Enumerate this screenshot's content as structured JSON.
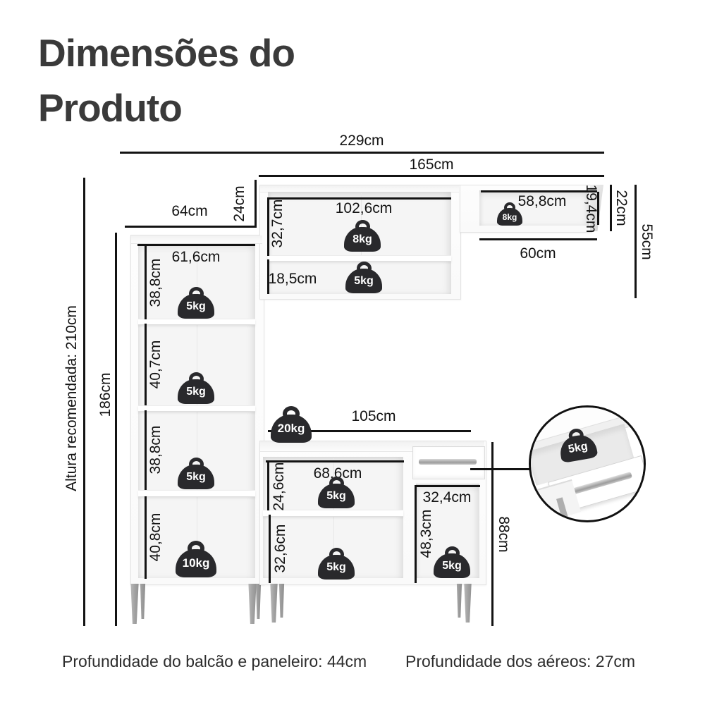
{
  "title": {
    "line1": "Dimensões do",
    "line2": "Produto"
  },
  "dims": {
    "total_width": "229cm",
    "upper_width": "165cm",
    "tall_width": "64cm",
    "upper_depth": "24cm",
    "recommended_height": "Altura recomendada: 210cm",
    "cabinet_height": "186cm",
    "tall_inner_width": "61,6cm",
    "tall_shelf1_height": "38,8cm",
    "tall_shelf2_height": "40,7cm",
    "tall_shelf3_height": "38,8cm",
    "tall_shelf4_height": "40,8cm",
    "big_inner_width": "102,6cm",
    "big_top_height": "32,7cm",
    "big_bottom_height": "18,5cm",
    "small_inner_width": "58,8cm",
    "small_inner_height": "19,4cm",
    "small_outer_width": "60cm",
    "small_outer_height": "22cm",
    "upper_right_height": "55cm",
    "counter_width": "105cm",
    "counter_open_width": "68,6cm",
    "counter_open_top_height": "24,6cm",
    "counter_open_bottom_height": "32,6cm",
    "counter_right_width": "32,4cm",
    "counter_right_height": "48,3cm",
    "counter_height": "88cm"
  },
  "weights": {
    "big_top": "8kg",
    "big_bottom": "5kg",
    "small_cabinet": "8kg",
    "tall_shelf1": "5kg",
    "tall_shelf2": "5kg",
    "tall_shelf3": "5kg",
    "tall_shelf4": "10kg",
    "counter_top": "20kg",
    "counter_open_top": "5kg",
    "counter_open_bottom": "5kg",
    "counter_right": "5kg",
    "drawer_detail": "5kg"
  },
  "footer": {
    "left": "Profundidade do balcão e paneleiro: 44cm",
    "right": "Profundidade dos aéreos: 27cm"
  },
  "colors": {
    "line": "#131313",
    "weight": "#29292c",
    "title": "#3a3a3a"
  }
}
